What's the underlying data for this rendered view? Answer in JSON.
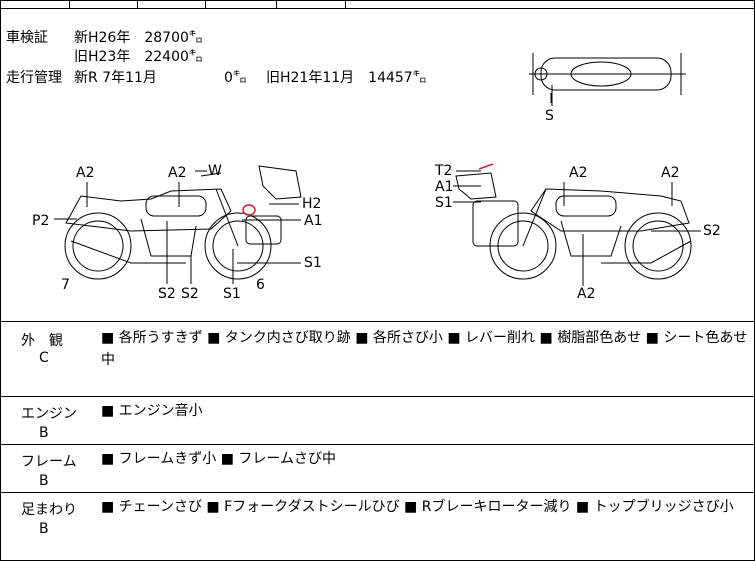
{
  "inspection": {
    "label": "車検証",
    "line1": "新H26年　28700㌔",
    "line2": "旧H23年　22400㌔"
  },
  "mileage": {
    "label": "走行管理",
    "new": "新R 7年11月",
    "new_km": "0㌔",
    "old": "旧H21年11月　14457㌔"
  },
  "diagram_labels": {
    "top_s": "S",
    "left": [
      "A2",
      "A2",
      "W",
      "P2",
      "H2",
      "A1",
      "S1",
      "7",
      "S2",
      "S2",
      "S1",
      "6"
    ],
    "right": [
      "T2",
      "A1",
      "S1",
      "A2",
      "A2",
      "S2",
      "A2"
    ]
  },
  "sections": [
    {
      "name": "外　観",
      "grade": "C",
      "items": "■ 各所うすきず ■ タンク内さび取り跡 ■ 各所さび小 ■ レバー削れ ■ 樹脂部色あせ ■ シート色あせ中"
    },
    {
      "name": "エンジン",
      "grade": "B",
      "items": "■ エンジン音小"
    },
    {
      "name": "フレーム",
      "grade": "B",
      "items": "■ フレームきず小 ■ フレームさび中"
    },
    {
      "name": "足まわり",
      "grade": "B",
      "items": "■ チェーンさび ■ Fフォークダストシールひび ■ Rブレーキローター減り ■ トップブリッジさび小"
    }
  ],
  "colors": {
    "damage_mark": "#d0202a"
  }
}
